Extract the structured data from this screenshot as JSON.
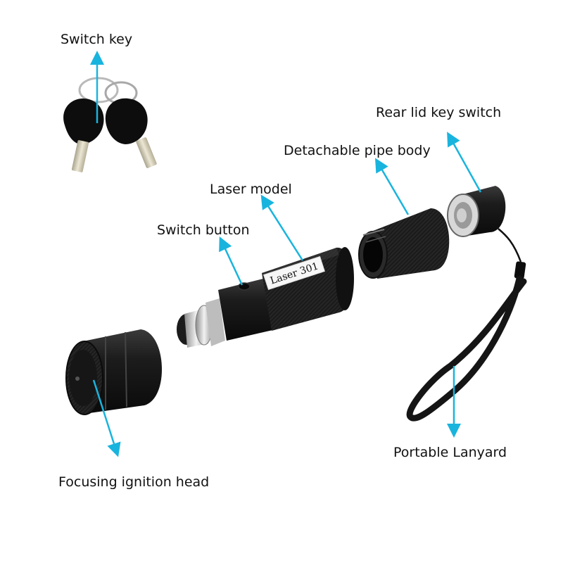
{
  "labels": {
    "switch_key": "Switch key",
    "rear_lid_key_switch": "Rear lid key switch",
    "detachable_pipe_body": "Detachable pipe body",
    "laser_model": "Laser model",
    "switch_button": "Switch button",
    "portable_lanyard": "Portable Lanyard",
    "focusing_ignition_head": "Focusing ignition head"
  },
  "engraving": "Laser 301",
  "colors": {
    "arrow": "#19b4de",
    "metal_dark": "#141414",
    "metal_mid": "#2e2e2e",
    "chrome": "#c9c9c9",
    "key_metal": "#d2cdb9"
  }
}
